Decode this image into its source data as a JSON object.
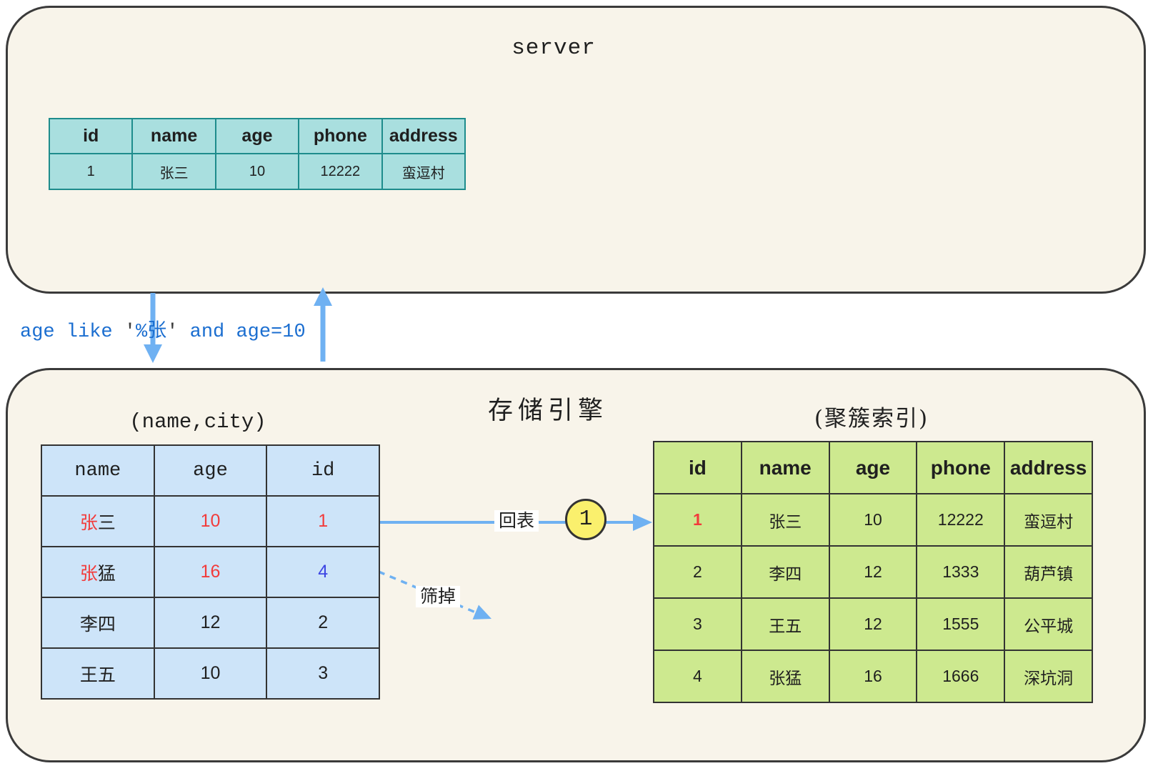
{
  "colors": {
    "box_bg": "#f8f4ea",
    "box_border": "#3a3a3a",
    "table_border": "#333333",
    "teal_bg": "#a9dfdf",
    "teal_border": "#1e8c8c",
    "blue_bg": "#cde4f9",
    "green_bg": "#cde98f",
    "arrow": "#6fb1f2",
    "query_text": "#1b6ed0",
    "quote_text": "#3c3c3c",
    "highlight_red": "#f23b3b",
    "highlight_blue": "#3d46e3",
    "circle_bg": "#faf06d"
  },
  "server_box": {
    "title": "server",
    "table": {
      "headers": [
        "id",
        "name",
        "age",
        "phone",
        "address"
      ],
      "rows": [
        [
          "1",
          "张三",
          "10",
          "12222",
          "蛮逗村"
        ]
      ]
    }
  },
  "query_label": {
    "segments": [
      {
        "t": "age like ",
        "c": "#1b6ed0"
      },
      {
        "t": "'",
        "c": "#3c3c3c"
      },
      {
        "t": "%张",
        "c": "#1b6ed0"
      },
      {
        "t": "'",
        "c": "#3c3c3c"
      },
      {
        "t": " and age=10",
        "c": "#1b6ed0"
      }
    ]
  },
  "engine_box": {
    "title": "存储引擎",
    "secondary_index": {
      "title": "(name,city)",
      "table": {
        "headers": [
          "name",
          "age",
          "id"
        ],
        "rows": [
          [
            [
              {
                "t": "张",
                "c": "#f23b3b"
              },
              {
                "t": "三"
              }
            ],
            {
              "t": "10",
              "c": "#f23b3b"
            },
            {
              "t": "1",
              "c": "#f23b3b"
            }
          ],
          [
            [
              {
                "t": "张",
                "c": "#f23b3b"
              },
              {
                "t": "猛"
              }
            ],
            {
              "t": "16",
              "c": "#f23b3b"
            },
            {
              "t": "4",
              "c": "#3d46e3"
            }
          ],
          [
            "李四",
            "12",
            "2"
          ],
          [
            "王五",
            "10",
            "3"
          ]
        ]
      }
    },
    "cluster_index": {
      "title": "(聚簇索引)",
      "table": {
        "headers": [
          "id",
          "name",
          "age",
          "phone",
          "address"
        ],
        "rows": [
          [
            {
              "t": "1",
              "c": "#f23b3b",
              "b": true
            },
            "张三",
            "10",
            "12222",
            "蛮逗村"
          ],
          [
            "2",
            "李四",
            "12",
            "1333",
            "葫芦镇"
          ],
          [
            "3",
            "王五",
            "12",
            "1555",
            "公平城"
          ],
          [
            "4",
            "张猛",
            "16",
            "1666",
            "深坑洞"
          ]
        ]
      }
    },
    "back_to_table_label": "回表",
    "filter_out_label": "筛掉",
    "circle_badge": "1"
  }
}
